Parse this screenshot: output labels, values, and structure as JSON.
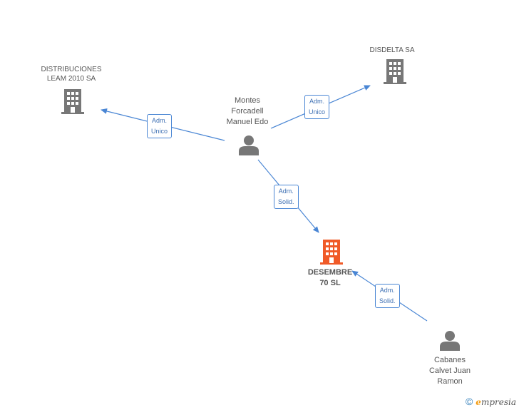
{
  "nodes": {
    "montes": {
      "label": "Montes\nForcadell\nManuel Edo",
      "icon": "person-icon"
    },
    "cabanes": {
      "label": "Cabanes\nCalvet Juan\nRamon",
      "icon": "person-icon"
    },
    "distribuciones": {
      "label": "DISTRIBUCIONES\nLEAM 2010 SA",
      "icon": "building-icon"
    },
    "disdelta": {
      "label": "DISDELTA SA",
      "icon": "building-icon"
    },
    "desembre": {
      "label": "DESEMBRE\n70 SL",
      "icon": "building-icon",
      "color": "#f05a28"
    }
  },
  "edges": {
    "montes_distribuciones": {
      "label": "Adm.\nUnico"
    },
    "montes_disdelta": {
      "label": "Adm.\nUnico"
    },
    "montes_desembre": {
      "label": "Adm.\nSolid."
    },
    "cabanes_desembre": {
      "label": "Adm.\nSolid."
    }
  },
  "colors": {
    "edge": "#4a86d4",
    "node_icon": "#777777",
    "focus": "#f05a28"
  },
  "footer": {
    "copyright": "©",
    "brand_e": "e",
    "brand_rest": "mpresia"
  }
}
